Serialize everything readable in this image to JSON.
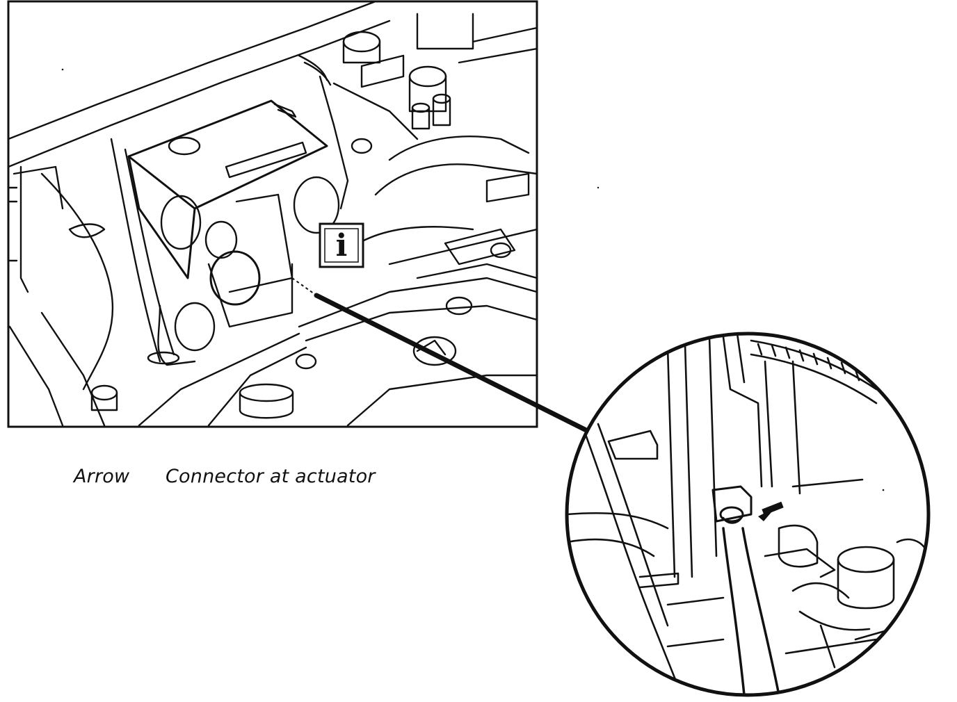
{
  "caption": {
    "key": "Arrow",
    "description": "Connector at actuator"
  },
  "info_badge": {
    "glyph": "i"
  },
  "colors": {
    "ink": "#111111",
    "paper": "#ffffff"
  }
}
